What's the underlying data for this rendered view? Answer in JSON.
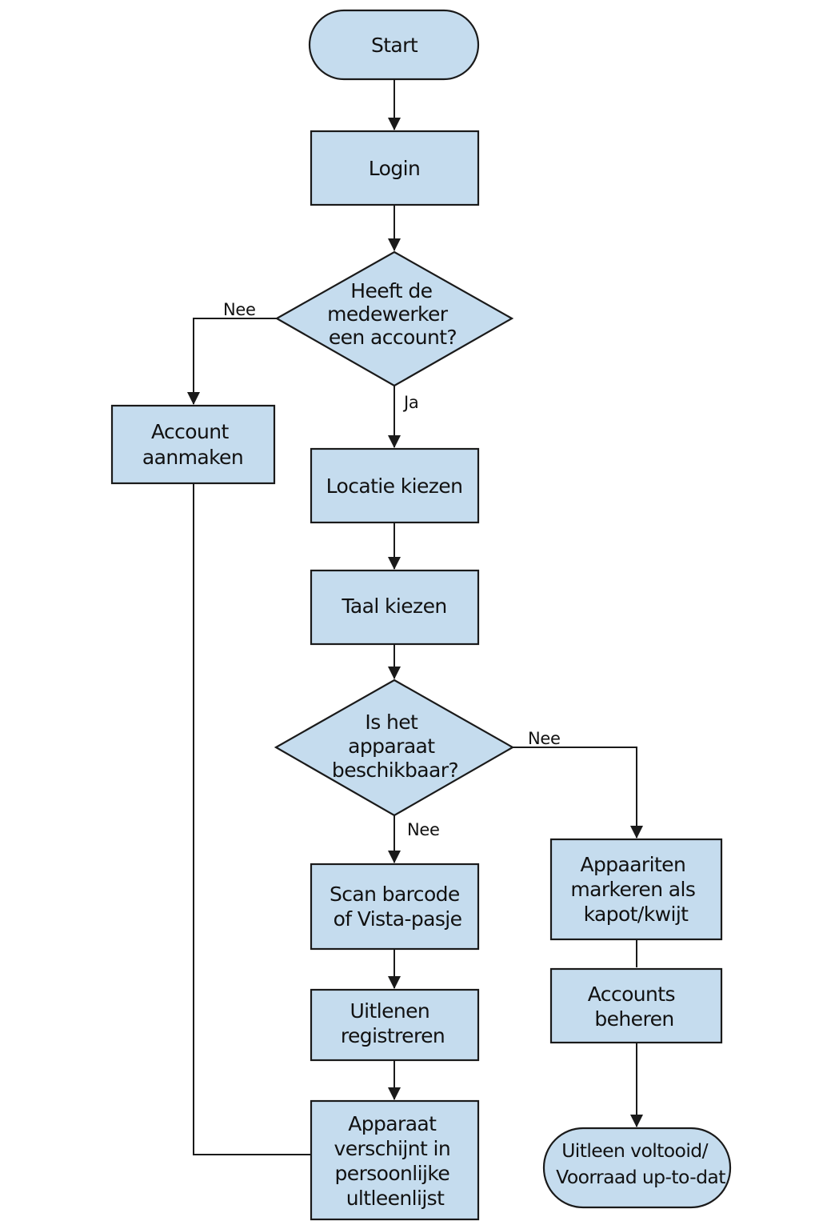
{
  "diagram": {
    "nodes": {
      "start": {
        "lines": [
          "Start"
        ]
      },
      "login": {
        "lines": [
          "Login"
        ]
      },
      "has_account": {
        "lines": [
          "Heeft de",
          "medewerker",
          "een account?"
        ]
      },
      "create_account": {
        "lines": [
          "Account",
          "aanmaken"
        ]
      },
      "choose_location": {
        "lines": [
          "Locatie kiezen"
        ]
      },
      "choose_language": {
        "lines": [
          "Taal kiezen"
        ]
      },
      "device_available": {
        "lines": [
          "Is het",
          "apparaat",
          "beschikbaar?"
        ]
      },
      "scan_barcode": {
        "lines": [
          "Scan barcode",
          "of Vista-pasje"
        ]
      },
      "register_loan": {
        "lines": [
          "Uitlenen",
          "registreren"
        ]
      },
      "device_in_list": {
        "lines": [
          "Apparaat",
          "verschijnt in",
          "persoonlijke",
          "ultleenlijst"
        ]
      },
      "mark_devices": {
        "lines": [
          "Appaariten",
          "markeren als",
          "kapot/kwijt"
        ]
      },
      "manage_accounts": {
        "lines": [
          "Accounts",
          "beheren"
        ]
      },
      "end": {
        "lines": [
          "Uitleen voltooid/",
          "Voorraad up-to-dat"
        ]
      }
    },
    "edges": [
      {
        "from": "start",
        "to": "login",
        "label": ""
      },
      {
        "from": "login",
        "to": "has_account",
        "label": ""
      },
      {
        "from": "has_account",
        "to": "create_account",
        "label": "Nee"
      },
      {
        "from": "has_account",
        "to": "choose_location",
        "label": "Ja"
      },
      {
        "from": "choose_location",
        "to": "choose_language",
        "label": ""
      },
      {
        "from": "choose_language",
        "to": "device_available",
        "label": ""
      },
      {
        "from": "device_available",
        "to": "scan_barcode",
        "label": "Nee"
      },
      {
        "from": "device_available",
        "to": "mark_devices",
        "label": "Nee"
      },
      {
        "from": "scan_barcode",
        "to": "register_loan",
        "label": ""
      },
      {
        "from": "register_loan",
        "to": "device_in_list",
        "label": ""
      },
      {
        "from": "create_account",
        "to": "device_in_list",
        "label": ""
      },
      {
        "from": "mark_devices",
        "to": "manage_accounts",
        "label": ""
      },
      {
        "from": "manage_accounts",
        "to": "end",
        "label": ""
      }
    ]
  }
}
